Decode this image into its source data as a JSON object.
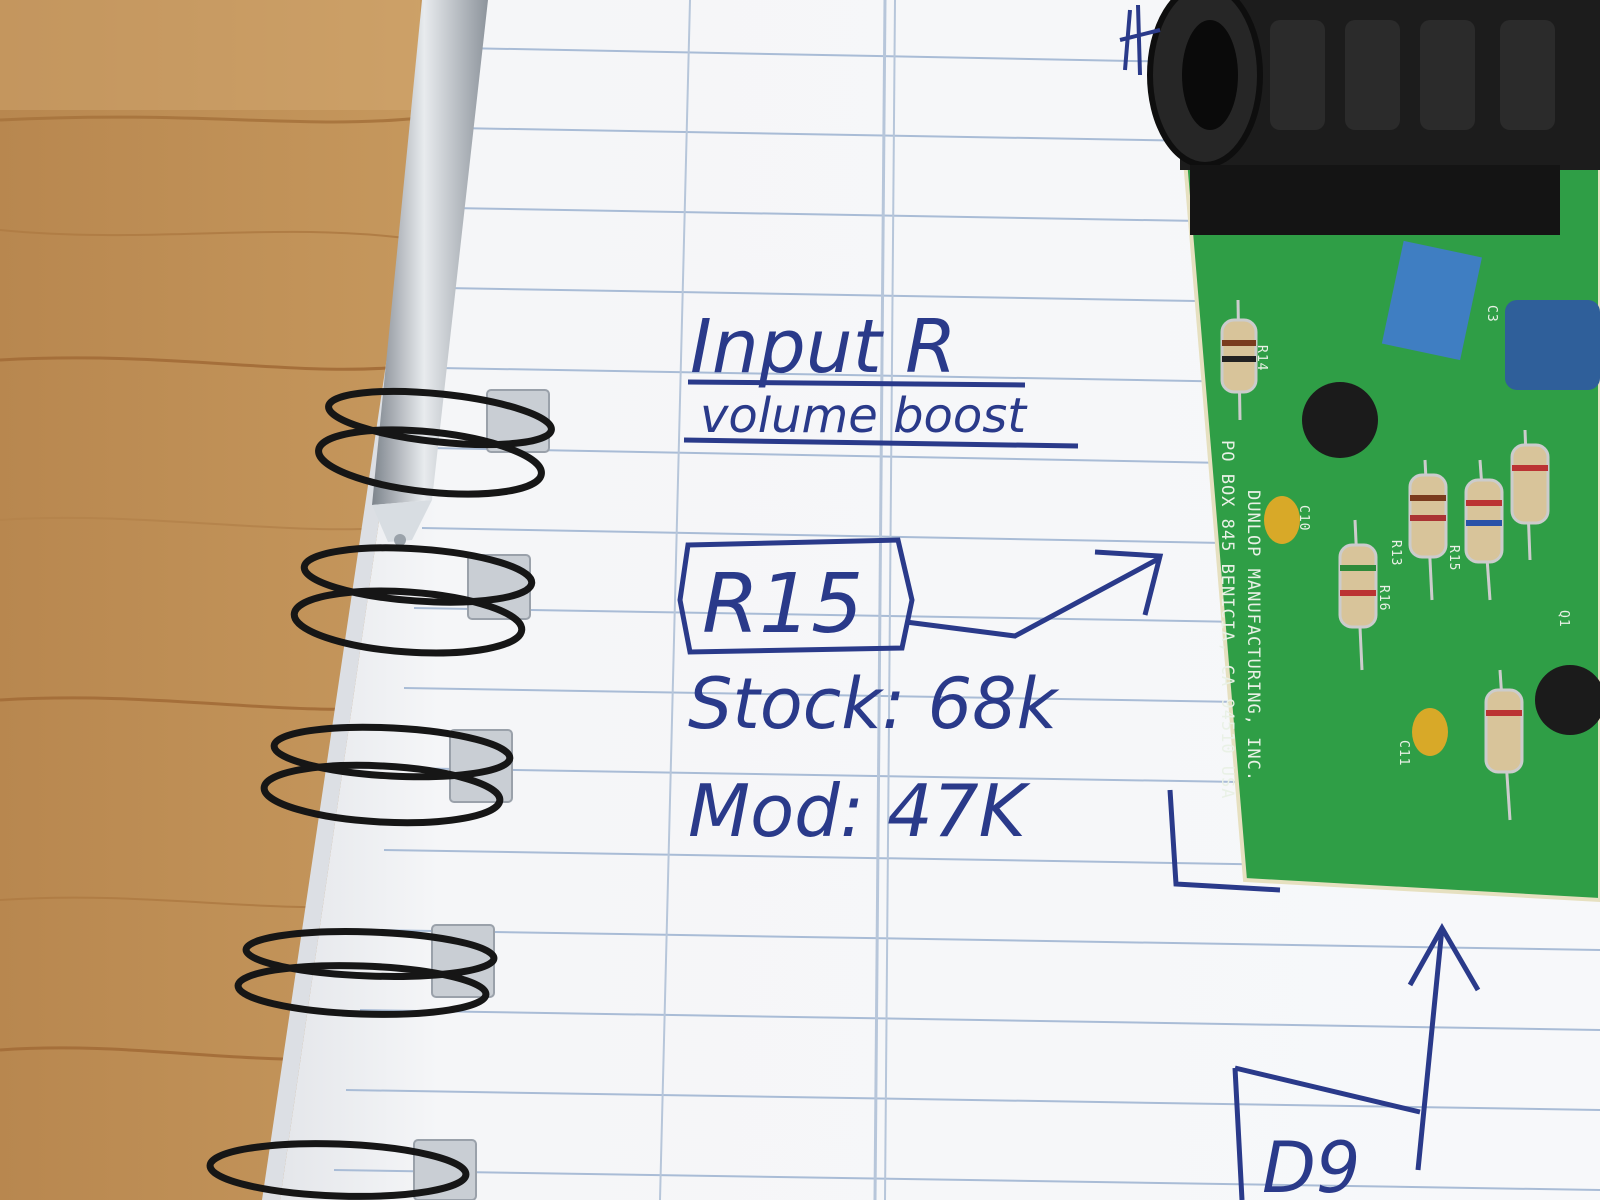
{
  "notebook": {
    "title": "Input R",
    "subtitle": "volume boost",
    "part_label": "R15",
    "stock_line": "Stock: 68k",
    "mod_line": "Mod: 47K",
    "bottom_label": "D9"
  },
  "pcb": {
    "maker_line1": "DUNLOP MANUFACTURING, INC.",
    "maker_line2": "PO BOX 845   BENICIA, CA 94510 USA",
    "labels": [
      "R14",
      "C10",
      "R13",
      "R15",
      "R16",
      "C11",
      "C3",
      "Q1"
    ]
  },
  "colors": {
    "wood": "#c89a5e",
    "paper": "#f6f7f9",
    "rule_line": "#a9bcd6",
    "ink": "#2a3a8a",
    "pcb_green": "#2f9e46",
    "coil": "#1a1a1a"
  }
}
